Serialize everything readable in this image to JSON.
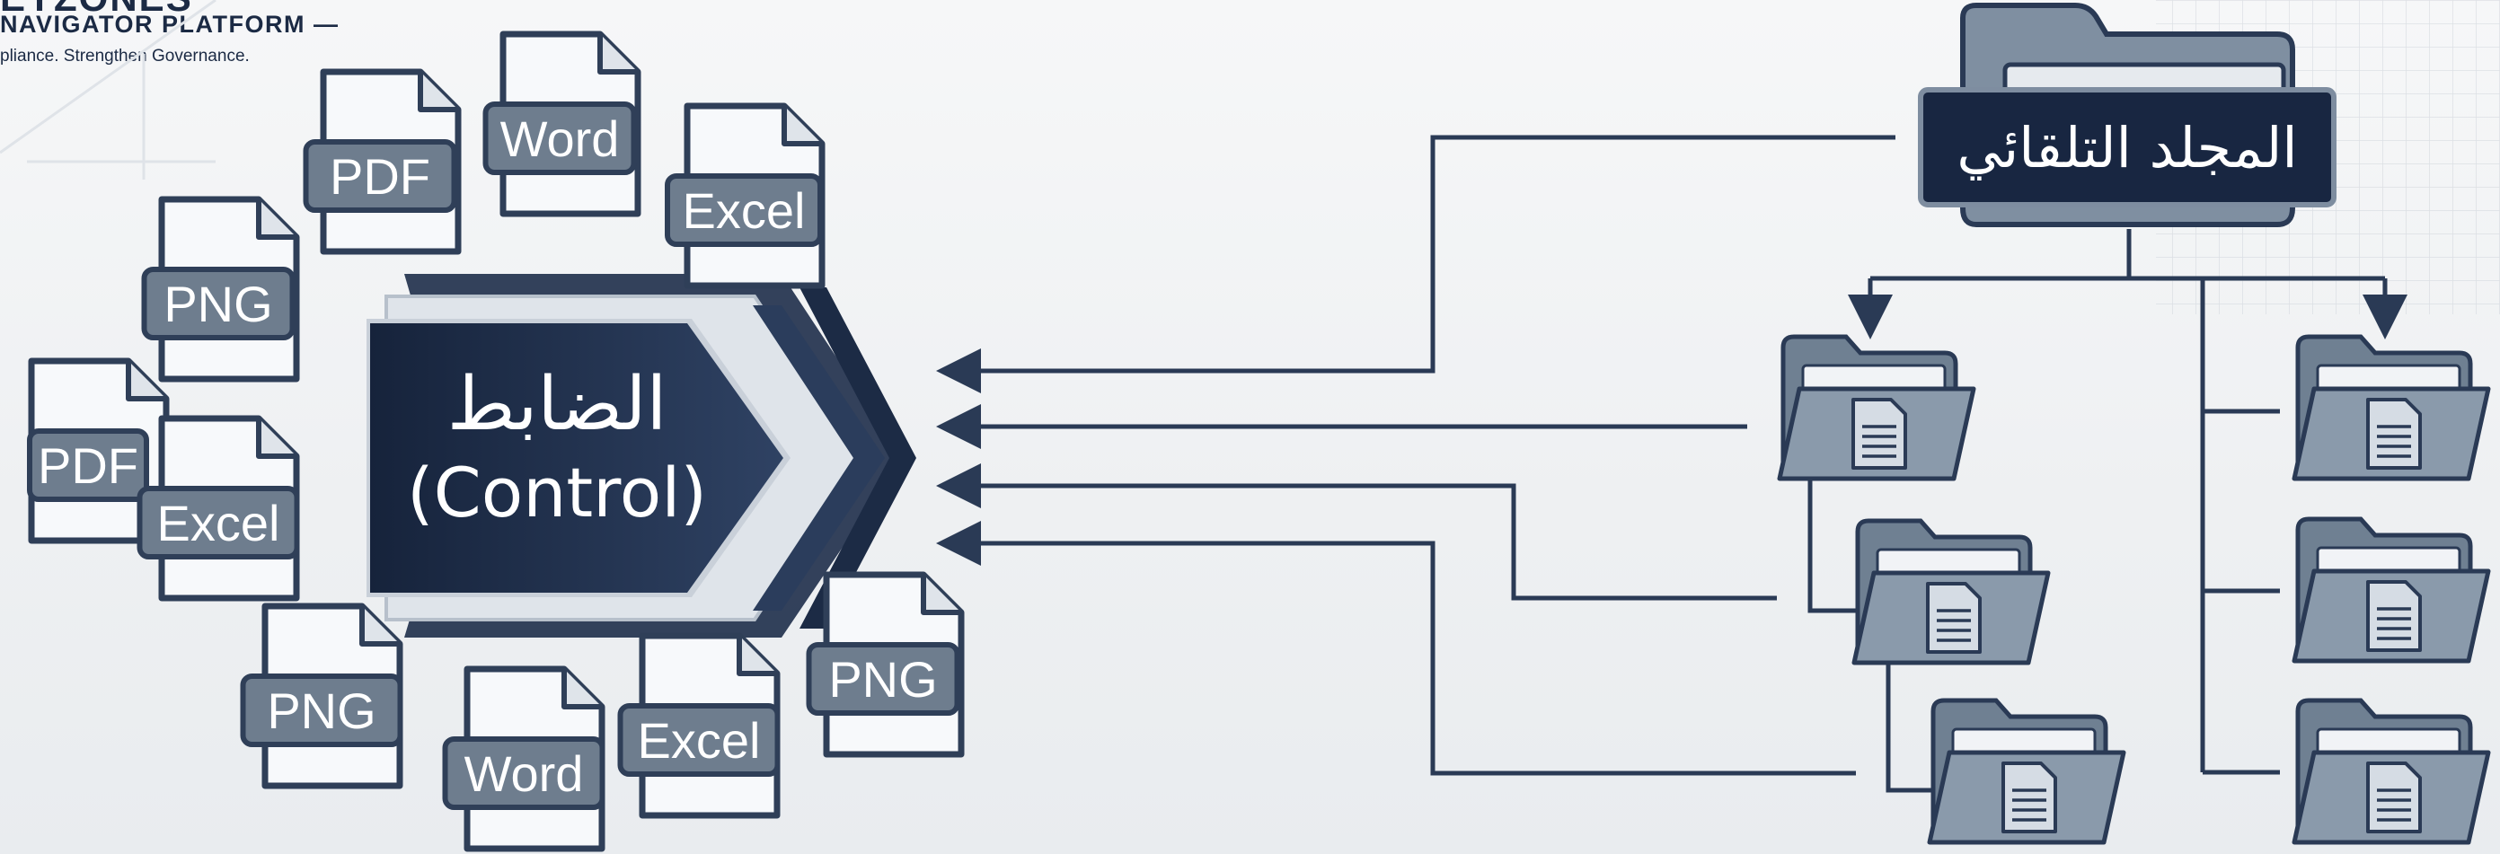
{
  "brand": {
    "title_partial": "EYZONES",
    "platform": "NAVIGATOR PLATFORM —",
    "tagline": "pliance. Strengthen Governance."
  },
  "colors": {
    "navy": "#1c2b45",
    "slate": "#4f5e70",
    "file_fill": "#ffffff",
    "label_fill": "#6b7a8b",
    "folder_fill": "#8393a4",
    "line": "#2a3a55"
  },
  "control": {
    "arabic": "الضابط",
    "english": "(Control)"
  },
  "auto_folder": {
    "label": "المجلد التلقائي",
    "icon": "folder-icon"
  },
  "file_icons": [
    {
      "name": "file-icon-pdf-top",
      "label": "PDF"
    },
    {
      "name": "file-icon-word-top",
      "label": "Word"
    },
    {
      "name": "file-icon-excel-top",
      "label": "Excel"
    },
    {
      "name": "file-icon-png-upper",
      "label": "PNG"
    },
    {
      "name": "file-icon-pdf-left",
      "label": "PDF"
    },
    {
      "name": "file-icon-excel-left",
      "label": "Excel"
    },
    {
      "name": "file-icon-png-bottom-left",
      "label": "PNG"
    },
    {
      "name": "file-icon-word-bottom",
      "label": "Word"
    },
    {
      "name": "file-icon-excel-bottom",
      "label": "Excel"
    },
    {
      "name": "file-icon-png-bottom-right",
      "label": "PNG"
    }
  ],
  "sub_folders": [
    "folder-icon-left-1",
    "folder-icon-left-2",
    "folder-icon-left-3",
    "folder-icon-right-1",
    "folder-icon-right-2",
    "folder-icon-right-3"
  ]
}
